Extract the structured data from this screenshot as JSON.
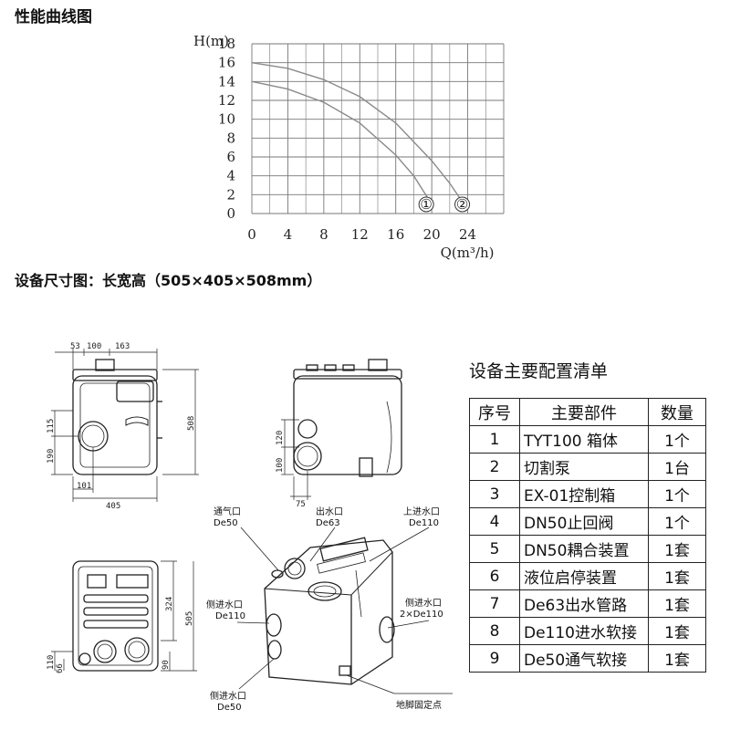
{
  "headings": {
    "curve": "性能曲线图",
    "dims": "设备尺寸图：长宽高（505×405×508mm）",
    "config": "设备主要配置清单"
  },
  "chart_data": {
    "type": "line",
    "title": "",
    "ylabel": "H(m)",
    "xlabel": "Q(m³/h)",
    "xlim": [
      0,
      28
    ],
    "ylim": [
      0,
      18
    ],
    "x_ticks": [
      "0",
      "4",
      "8",
      "12",
      "16",
      "20",
      "24"
    ],
    "y_ticks": [
      "18",
      "16",
      "14",
      "12",
      "10",
      "8",
      "6",
      "4",
      "2",
      "0"
    ],
    "grid": true,
    "series": [
      {
        "name": "①",
        "x": [
          0,
          4,
          8,
          12,
          16,
          18,
          20
        ],
        "y": [
          14,
          13.2,
          11.8,
          9.6,
          6.2,
          4.0,
          1.0
        ]
      },
      {
        "name": "②",
        "x": [
          0,
          4,
          8,
          12,
          16,
          20,
          22,
          24
        ],
        "y": [
          16,
          15.4,
          14.2,
          12.4,
          9.6,
          5.6,
          3.2,
          0.4
        ]
      }
    ]
  },
  "front_view": {
    "dims": [
      "53",
      "100",
      "163",
      "115",
      "190",
      "101",
      "405",
      "508"
    ]
  },
  "side_view": {
    "dims": [
      "120",
      "100",
      "75"
    ]
  },
  "top_view": {
    "dims": [
      "324",
      "505",
      "110",
      "66",
      "90"
    ]
  },
  "iso_labels": {
    "vent": "通气口",
    "vent_size": "De50",
    "outlet": "出水口",
    "outlet_size": "De63",
    "top_inlet": "上进水口",
    "top_inlet_size": "De110",
    "side_inlet_left": "侧进水口",
    "side_inlet_left_size": "De110",
    "side_inlet_right": "侧进水口",
    "side_inlet_right_size": "2×De110",
    "side_inlet_bottom": "侧进水口",
    "side_inlet_bottom_size": "De50",
    "anchor": "地脚固定点"
  },
  "config_table": {
    "headers": [
      "序号",
      "主要部件",
      "数量"
    ],
    "rows": [
      [
        "1",
        "TYT100 箱体",
        "1个"
      ],
      [
        "2",
        "切割泵",
        "1台"
      ],
      [
        "3",
        "EX-01控制箱",
        "1个"
      ],
      [
        "4",
        "DN50止回阀",
        "1个"
      ],
      [
        "5",
        "DN50耦合装置",
        "1套"
      ],
      [
        "6",
        "液位启停装置",
        "1套"
      ],
      [
        "7",
        "De63出水管路",
        "1套"
      ],
      [
        "8",
        "De110进水软接",
        "1套"
      ],
      [
        "9",
        "De50通气软接",
        "1套"
      ]
    ]
  }
}
